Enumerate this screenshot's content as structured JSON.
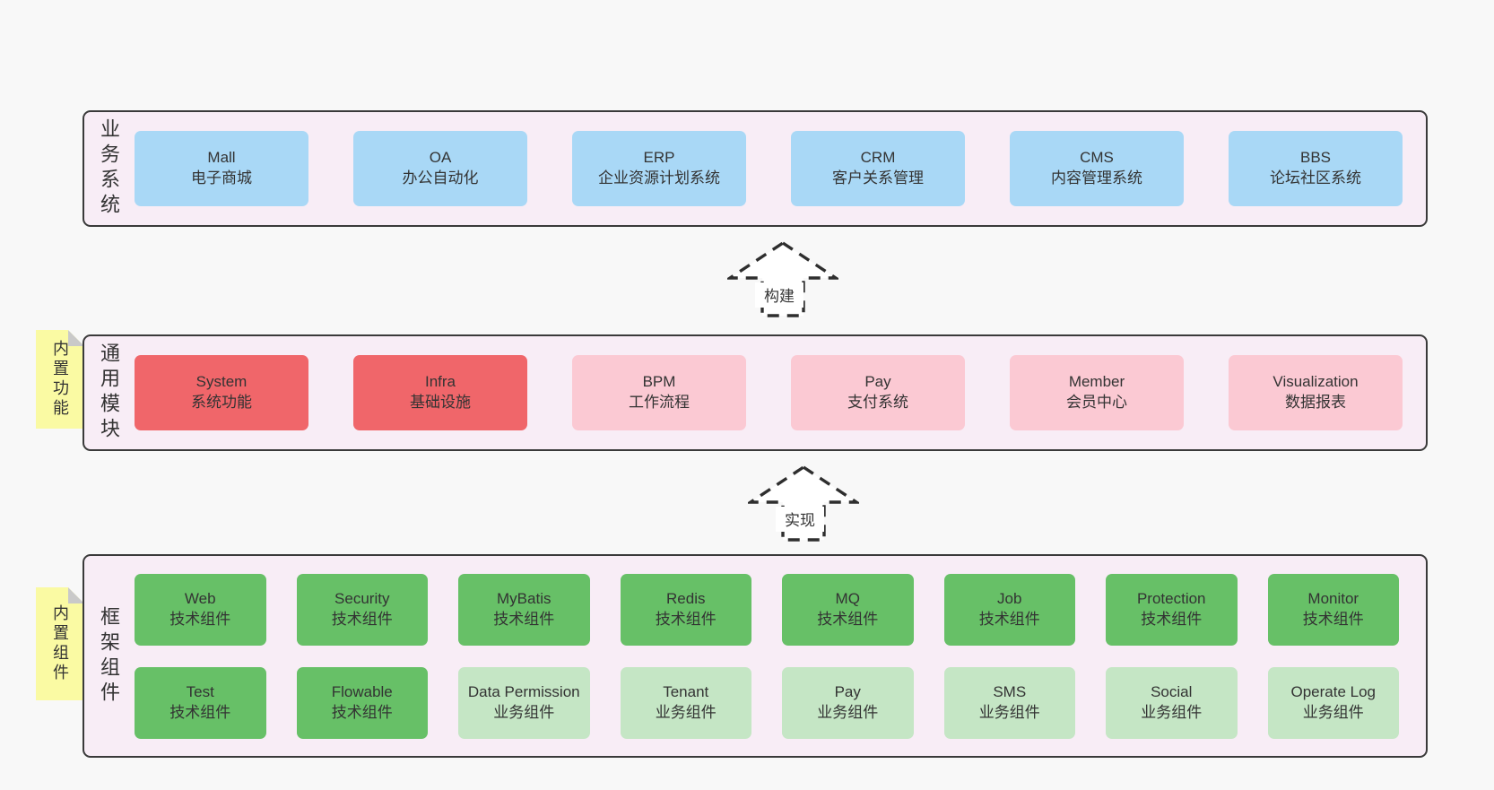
{
  "arrows": {
    "build": "构建",
    "implement": "实现"
  },
  "colors": {
    "page_bg": "#f8f8f8",
    "section_bg": "#f8edf6",
    "section_border": "#3a3a3a",
    "blue": "#a9d8f6",
    "red": "#f0666a",
    "pink": "#fbc9d3",
    "green": "#67c067",
    "light_green": "#c5e6c5",
    "note_yellow": "#fafaa3",
    "note_fold": "#c9c9c9",
    "text": "#333333"
  },
  "sections": {
    "business": {
      "label": "业务系统",
      "boxes": [
        {
          "en": "Mall",
          "zh": "电子商城"
        },
        {
          "en": "OA",
          "zh": "办公自动化"
        },
        {
          "en": "ERP",
          "zh": "企业资源计划系统"
        },
        {
          "en": "CRM",
          "zh": "客户关系管理"
        },
        {
          "en": "CMS",
          "zh": "内容管理系统"
        },
        {
          "en": "BBS",
          "zh": "论坛社区系统"
        }
      ]
    },
    "modules": {
      "label": "通用模块",
      "note": "内置功能",
      "boxes": [
        {
          "en": "System",
          "zh": "系统功能"
        },
        {
          "en": "Infra",
          "zh": "基础设施"
        },
        {
          "en": "BPM",
          "zh": "工作流程"
        },
        {
          "en": "Pay",
          "zh": "支付系统"
        },
        {
          "en": "Member",
          "zh": "会员中心"
        },
        {
          "en": "Visualization",
          "zh": "数据报表"
        }
      ]
    },
    "components": {
      "label": "框架组件",
      "note": "内置组件",
      "rows": [
        [
          {
            "en": "Web",
            "zh": "技术组件"
          },
          {
            "en": "Security",
            "zh": "技术组件"
          },
          {
            "en": "MyBatis",
            "zh": "技术组件"
          },
          {
            "en": "Redis",
            "zh": "技术组件"
          },
          {
            "en": "MQ",
            "zh": "技术组件"
          },
          {
            "en": "Job",
            "zh": "技术组件"
          },
          {
            "en": "Protection",
            "zh": "技术组件"
          },
          {
            "en": "Monitor",
            "zh": "技术组件"
          }
        ],
        [
          {
            "en": "Test",
            "zh": "技术组件"
          },
          {
            "en": "Flowable",
            "zh": "技术组件"
          },
          {
            "en": "Data Permission",
            "zh": "业务组件"
          },
          {
            "en": "Tenant",
            "zh": "业务组件"
          },
          {
            "en": "Pay",
            "zh": "业务组件"
          },
          {
            "en": "SMS",
            "zh": "业务组件"
          },
          {
            "en": "Social",
            "zh": "业务组件"
          },
          {
            "en": "Operate Log",
            "zh": "业务组件"
          }
        ]
      ]
    }
  }
}
